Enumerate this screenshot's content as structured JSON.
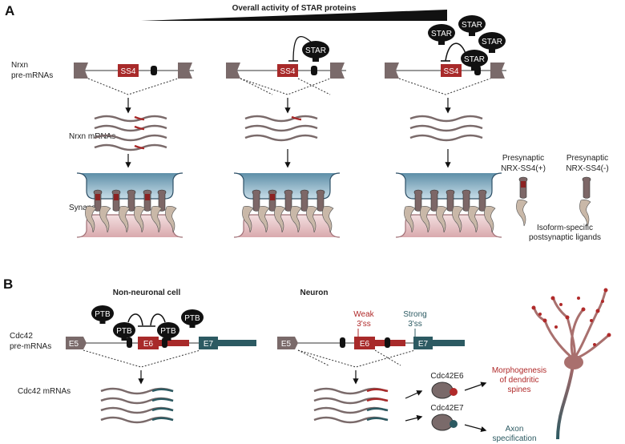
{
  "panelA": {
    "letter": "A",
    "title": "Overall activity of STAR proteins",
    "row_pre": [
      "Nrxn",
      "pre-mRNAs"
    ],
    "row_mrna": "Nrxn mRNAs",
    "row_synapse": "Synapse",
    "exon_label": "SS4",
    "star_label": "STAR",
    "legend_plus": [
      "Presynaptic",
      "NRX-SS4(+)"
    ],
    "legend_minus": [
      "Presynaptic",
      "NRX-SS4(-)"
    ],
    "legend_ligand": [
      "Isoform-specific",
      "postsynaptic ligands"
    ]
  },
  "panelB": {
    "letter": "B",
    "non_neuronal_title": "Non-neuronal cell",
    "neuron_title": "Neuron",
    "row_pre": [
      "Cdc42",
      "pre-mRNAs"
    ],
    "row_mrna": "Cdc42 mRNAs",
    "exon5": "E5",
    "exon6": "E6",
    "exon7": "E7",
    "ptb_label": "PTB",
    "weak_ss": [
      "Weak",
      "3'ss"
    ],
    "strong_ss": [
      "Strong",
      "3'ss"
    ],
    "cdc42e6": "Cdc42E6",
    "cdc42e7": "Cdc42E7",
    "morpho": [
      "Morphogenesis",
      "of dendritic",
      "spines"
    ],
    "axon": [
      "Axon",
      "specification"
    ]
  },
  "colors": {
    "exon_gray": "#7a6a6a",
    "ss4_red": "#a82a2a",
    "teal": "#2c5a62",
    "presyn_blue": "#9fc3d6",
    "postsyn_pink": "#e6c3c6",
    "ligand_tan": "#c9b8a8"
  }
}
